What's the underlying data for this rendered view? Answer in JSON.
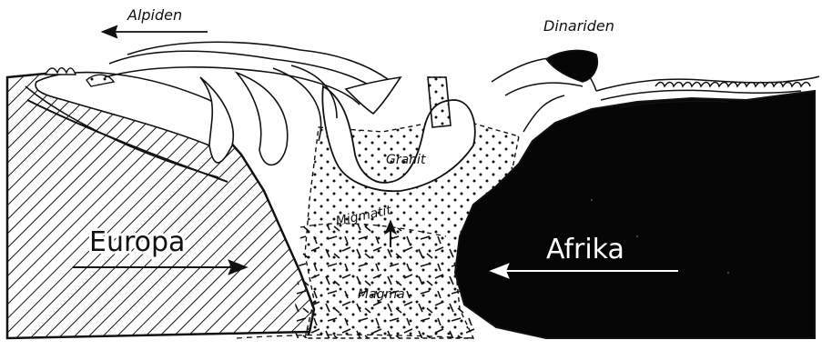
{
  "diagram": {
    "labels": {
      "alpiden": "Alpiden",
      "dinariden": "Dinariden",
      "europa": "Europa",
      "afrika": "Afrika",
      "granit": "Granit",
      "migmatit": "Migmatit",
      "magma": "Magma"
    },
    "colors": {
      "ink": "#111111",
      "paper": "#ffffff",
      "africa_fill": "#050505"
    }
  }
}
